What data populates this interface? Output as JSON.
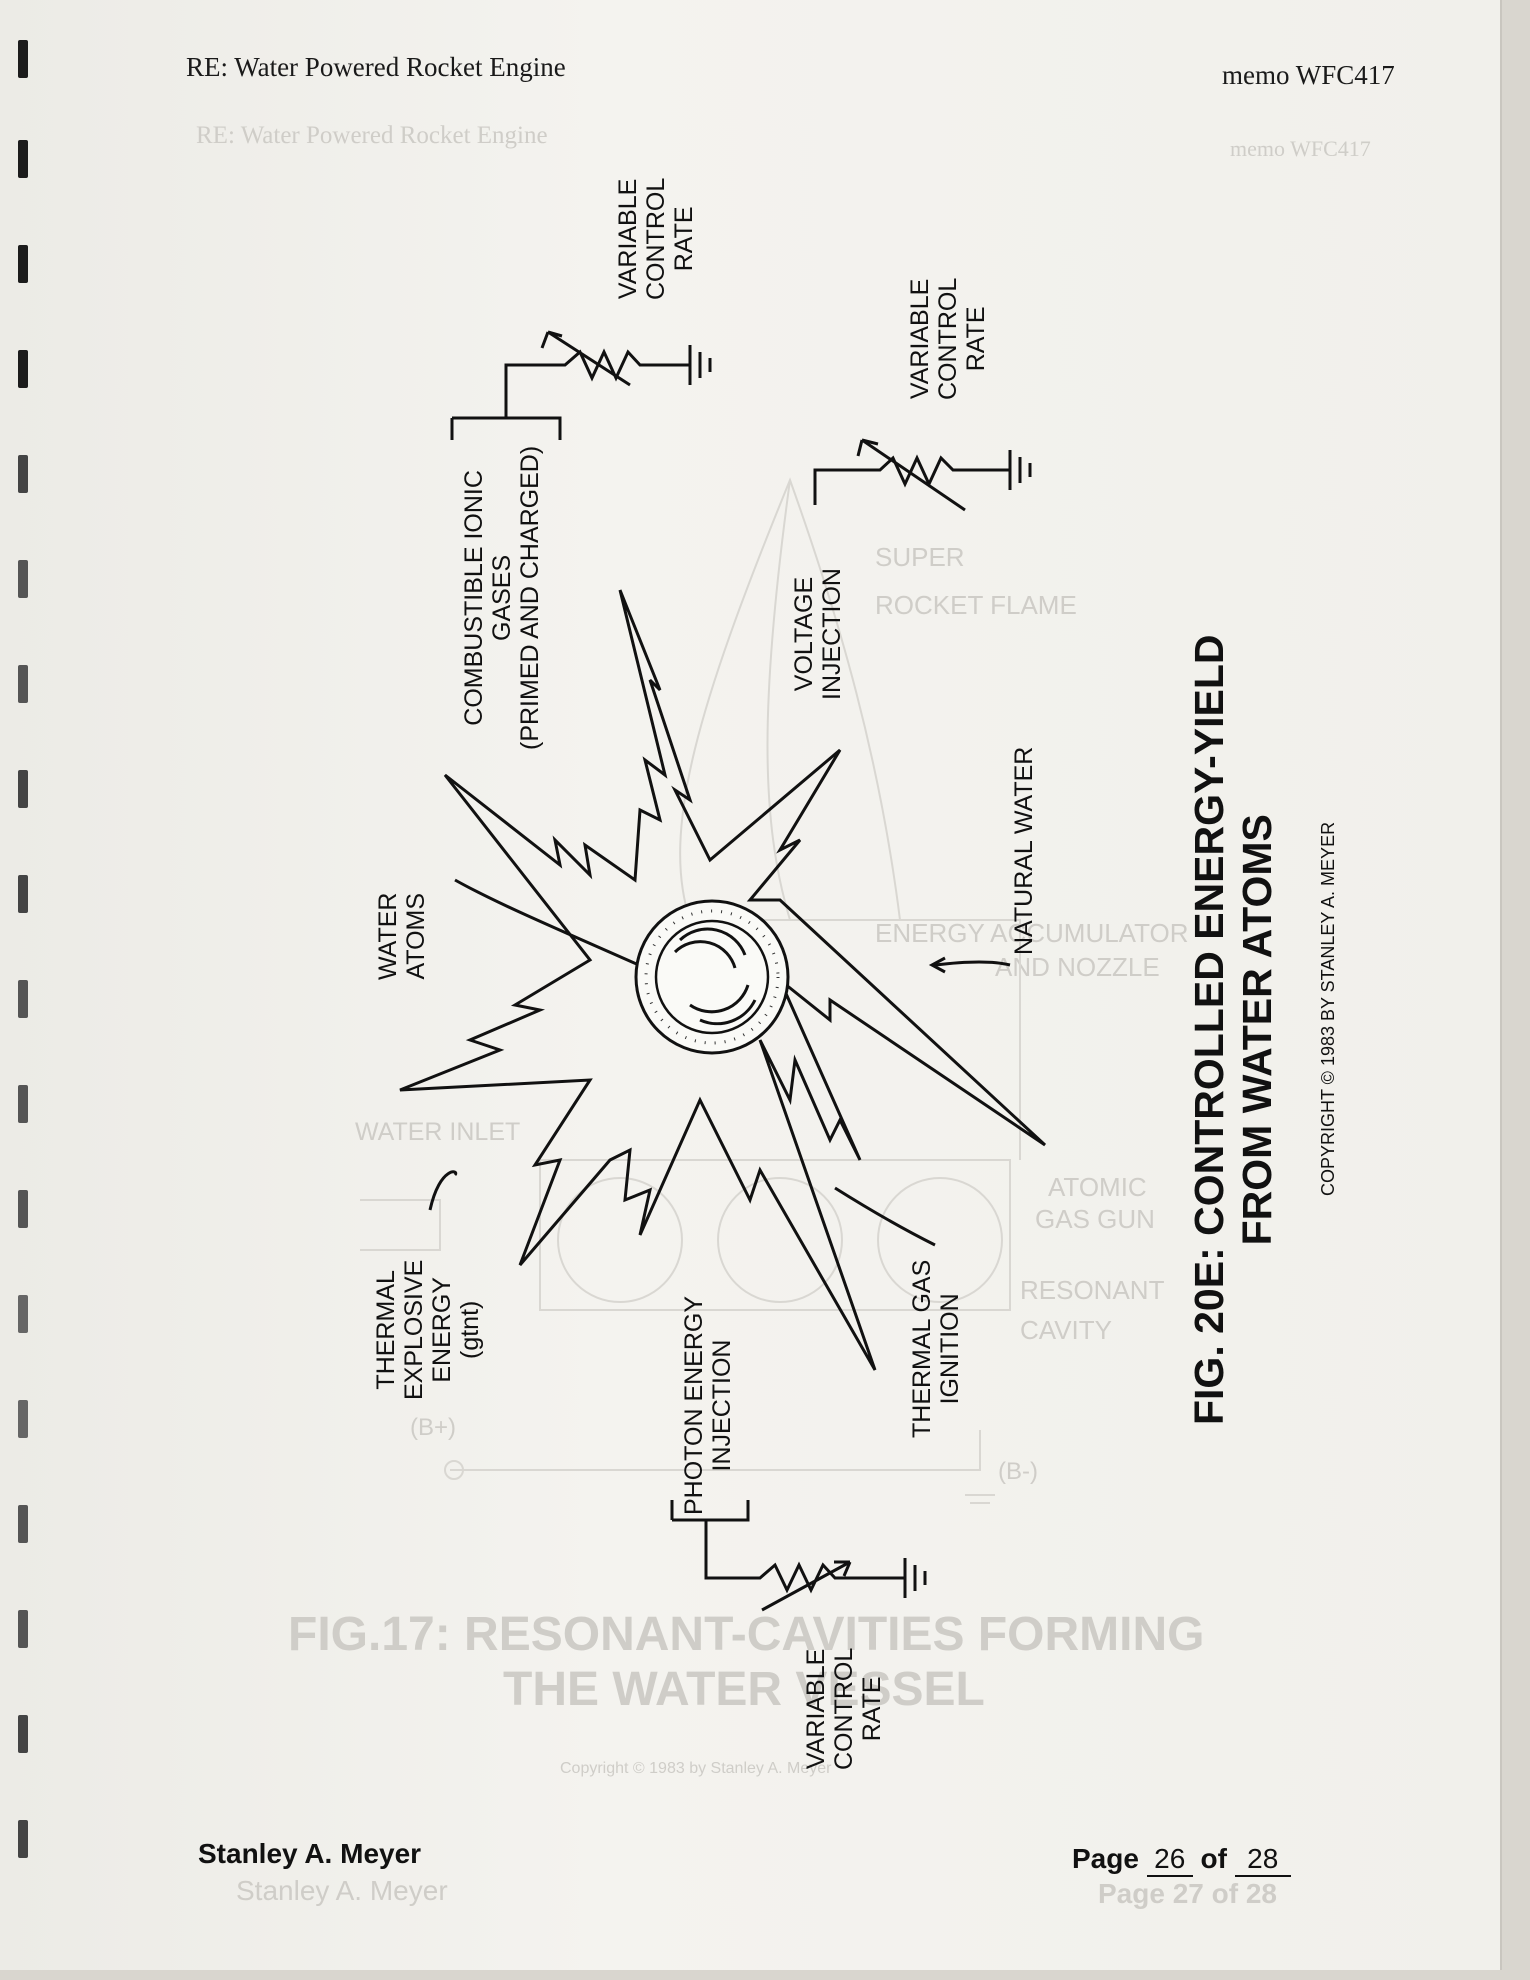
{
  "header": {
    "title": "RE: Water Powered Rocket Engine",
    "memo": "memo WFC417"
  },
  "footer": {
    "author": "Stanley A. Meyer",
    "page_prefix": "Page",
    "page_current": "26",
    "page_of": "of",
    "page_total": "28"
  },
  "figure": {
    "title_line1": "FIG. 20E: CONTROLLED ENERGY-YIELD",
    "title_line2": "FROM WATER ATOMS",
    "copyright": "COPYRIGHT © 1983 BY STANLEY A. MEYER"
  },
  "labels": {
    "vcr_top": [
      "VARIABLE",
      "CONTROL",
      "RATE"
    ],
    "vcr_right": [
      "VARIABLE",
      "CONTROL",
      "RATE"
    ],
    "vcr_bottom": [
      "VARIABLE",
      "CONTROL",
      "RATE"
    ],
    "combustible": [
      "COMBUSTIBLE IONIC",
      "GASES",
      "(PRIMED AND CHARGED)"
    ],
    "voltage": [
      "VOLTAGE",
      "INJECTION"
    ],
    "water_atoms": [
      "WATER",
      "ATOMS"
    ],
    "natural_water": [
      "NATURAL WATER"
    ],
    "thermal_explosive": [
      "THERMAL",
      "EXPLOSIVE",
      "ENERGY",
      "(gtnt)"
    ],
    "photon": [
      "PHOTON ENERGY",
      "INJECTION"
    ],
    "thermal_gas": [
      "THERMAL GAS",
      "IGNITION"
    ]
  },
  "bleed_through": {
    "header_title": "RE: Water Powered Rocket Engine",
    "header_memo": "memo WFC417",
    "super": "SUPER",
    "rocket_flame": "ROCKET FLAME",
    "energy_acc": "ENERGY ACCUMULATOR",
    "nozzle": "AND NOZZLE",
    "water_inlet": "WATER INLET",
    "atomic": "ATOMIC",
    "gas_gun": "GAS GUN",
    "resonant": "RESONANT",
    "cavity": "CAVITY",
    "b_plus": "(B+)",
    "b_minus": "(B-)",
    "fig17_line1": "FIG.17: RESONANT-CAVITIES FORMING",
    "fig17_line2": "THE WATER VESSEL",
    "copyright": "Copyright © 1983 by Stanley A. Meyer",
    "author": "Stanley A. Meyer",
    "page": "Page 27 of 28"
  }
}
